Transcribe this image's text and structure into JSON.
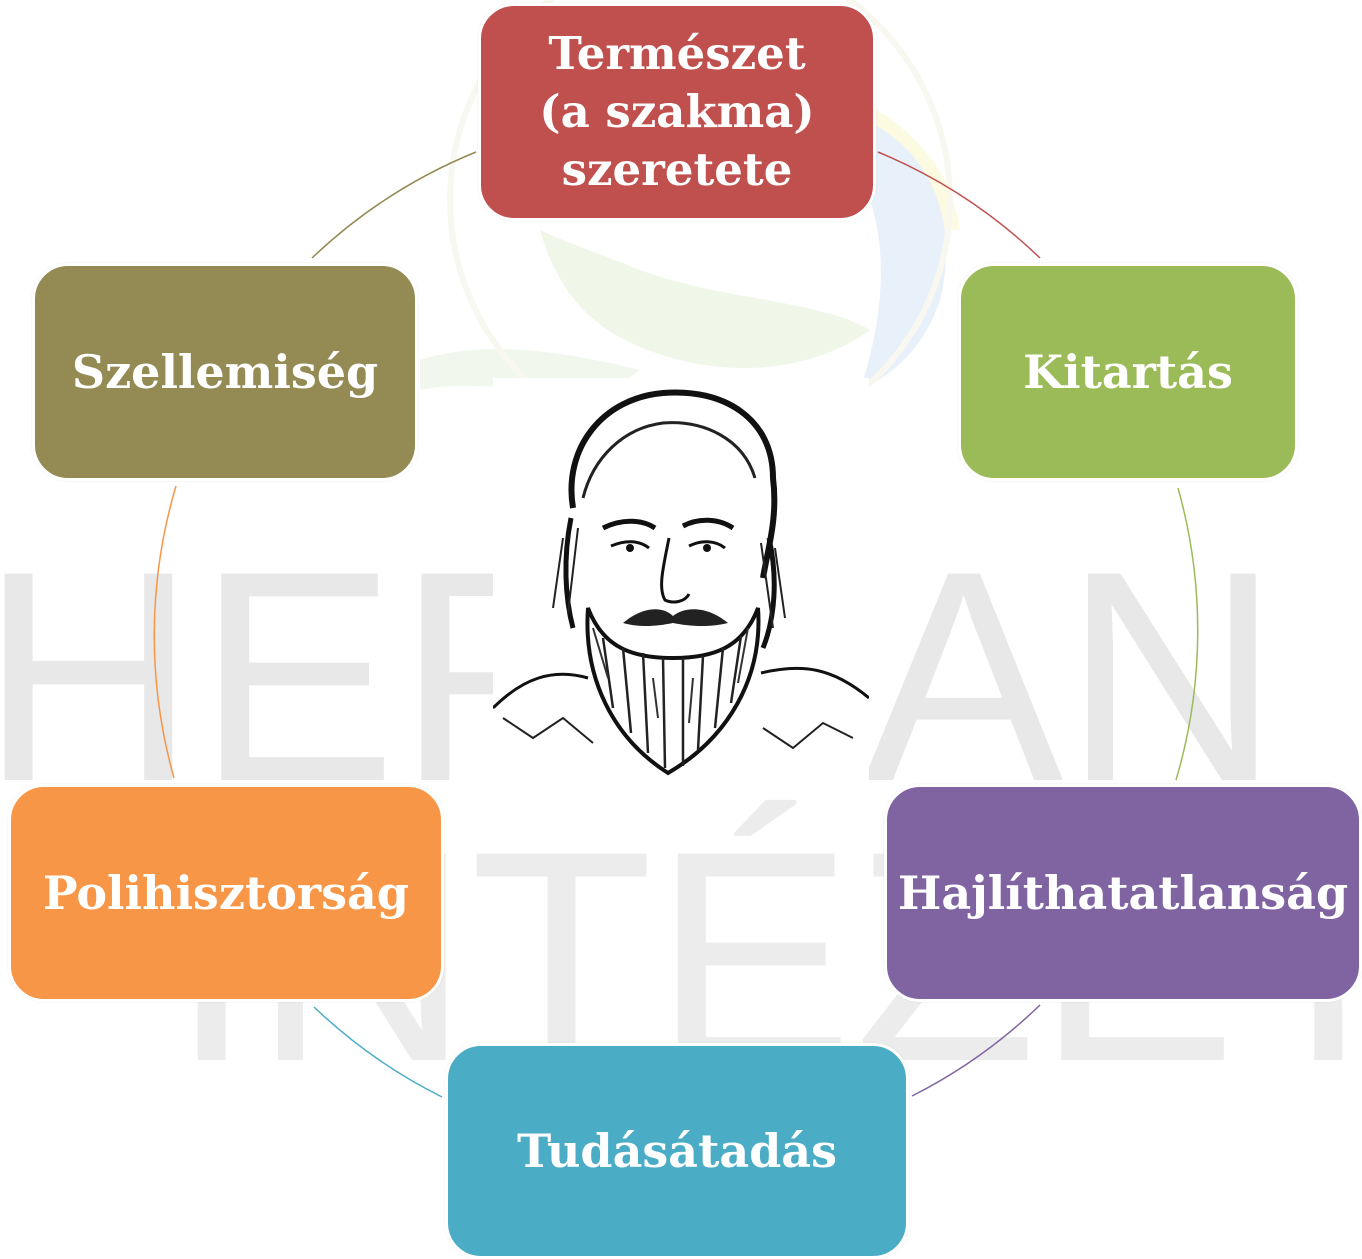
{
  "nodes": {
    "top": {
      "label": "Természet\n(a szakma)\nszeretete",
      "color": "#c0504d"
    },
    "upper_right": {
      "label": "Kitartás",
      "color": "#9bbb59"
    },
    "lower_right": {
      "label": "Hajlíthatatlanság",
      "color": "#8064a2"
    },
    "bottom": {
      "label": "Tudásátadás",
      "color": "#4bacc6"
    },
    "lower_left": {
      "label": "Polihisztorság",
      "color": "#f79646"
    },
    "upper_left": {
      "label": "Szellemiség",
      "color": "#948a54"
    }
  },
  "center_image": "bearded-man-portrait-sketch",
  "watermark": {
    "line1": "HERMAN OTTÓ",
    "line2": "INTÉZET"
  }
}
